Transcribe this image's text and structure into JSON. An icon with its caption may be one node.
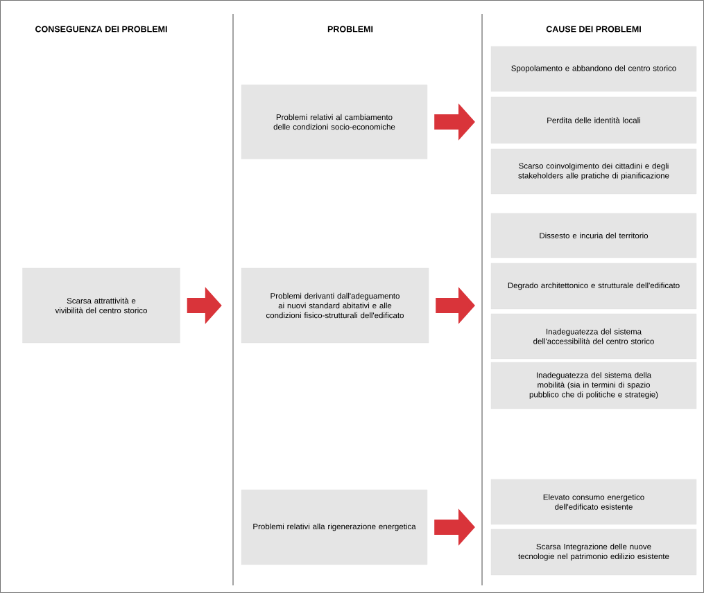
{
  "diagram": {
    "nodes": [
      {
        "text": [
          "Scarsa attrattività e vivibilità del centro storico"
        ]
      },
      {
        "text": [
          "Problemi relativi  al cambiamento delle condizioni socio-economiche"
        ]
      },
      {
        "text": [
          "Problemi derivanti dall'adeguamento ai nuovi standard abitativi e alle condizioni fisico-strutturali dell'edificato"
        ]
      },
      {
        "text": [
          "Problemi relativi alla rigenerazione energetica"
        ]
      },
      {
        "text": [
          "Spopolamento e abbandono del centro storico"
        ]
      },
      {
        "text": [
          "Perdita delle identità locali"
        ]
      },
      {
        "text": [
          "Scarso coinvolgimento dei cittadini e degli stakeholders alle pratiche di pianificazione"
        ]
      },
      {
        "text": [
          "Dissesto e incuria del territorio"
        ]
      },
      {
        "text": [
          "Degrado architettonico e strutturale dell'edificato"
        ]
      },
      {
        "text": [
          "Inadeguatezza del sistema dell'accessibilità del centro storico"
        ]
      },
      {
        "text": [
          "Inadeguatezza del sistema della mobilità (sia in termini di spazio pubblico che di politiche e strategie)"
        ]
      },
      {
        "text": [
          "Elevato consumo energetico dell'edificato esistente"
        ]
      },
      {
        "text": [
          "Scarsa Integrazione delle nuove tecnologie nel patrimonio edilizio esistente"
        ]
      }
    ],
    "edges": [
      {
        "from": 0,
        "to": 2,
        "arrow": "to"
      },
      {
        "from": 1,
        "to": null,
        "arrow": "to"
      },
      {
        "from": 2,
        "to": null,
        "arrow": "to"
      },
      {
        "from": 3,
        "to": null,
        "arrow": "to"
      }
    ],
    "labels": [
      "CONSEGUENZA DEI PROBLEMI",
      "PROBLEMI",
      "CAUSE DEI PROBLEMI"
    ]
  }
}
